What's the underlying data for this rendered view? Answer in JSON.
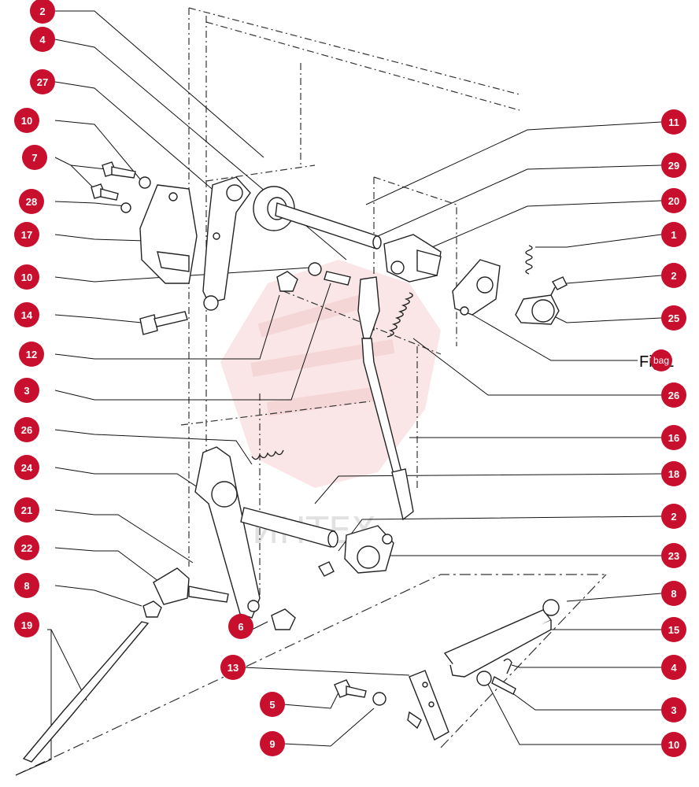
{
  "figure": {
    "label": "Fig.1",
    "badge": "bag"
  },
  "watermark": {
    "text": "ИНТЕХ"
  },
  "colors": {
    "callout": "#c8102e",
    "line": "#111111",
    "part_outline": "#222222",
    "watermark": "#f2b8b8"
  },
  "callouts": {
    "c_2_top": "2",
    "c_4_top": "4",
    "c_27": "27",
    "c_10_a": "10",
    "c_7": "7",
    "c_28": "28",
    "c_17": "17",
    "c_10_b": "10",
    "c_14": "14",
    "c_12": "12",
    "c_3_left": "3",
    "c_26_left": "26",
    "c_24": "24",
    "c_21": "21",
    "c_22": "22",
    "c_8_left": "8",
    "c_19": "19",
    "c_6": "6",
    "c_13": "13",
    "c_5": "5",
    "c_9": "9",
    "c_11": "11",
    "c_29": "29",
    "c_20": "20",
    "c_1": "1",
    "c_2_right": "2",
    "c_25": "25",
    "c_26_right": "26",
    "c_16": "16",
    "c_18": "18",
    "c_2_mid": "2",
    "c_23": "23",
    "c_8_right": "8",
    "c_15": "15",
    "c_4_right": "4",
    "c_3_right": "3",
    "c_10_right": "10"
  }
}
